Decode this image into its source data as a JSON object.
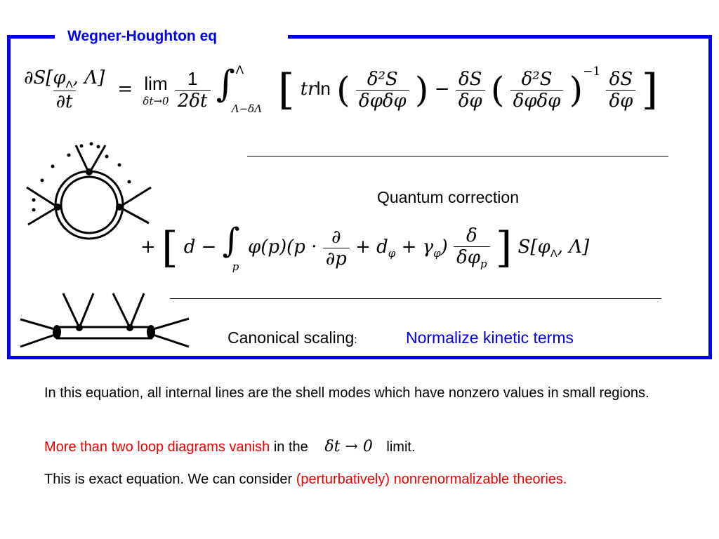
{
  "slide": {
    "title": "Wegner-Houghton eq",
    "quantum_label": "Quantum correction",
    "canonical_label": "Canonical scaling",
    "canonical_colon": ":",
    "normalize_label": "Normalize kinetic terms"
  },
  "equation": {
    "lhs_num": "∂S[φ",
    "lhs_num_sub": "Λ",
    "lhs_num_end": ", Λ]",
    "lhs_den": "∂t",
    "equals": "=",
    "lim": "lim",
    "lim_sub": "δt→0",
    "coef_num": "1",
    "coef_den": "2δt",
    "int_upper": "Λ",
    "int_lower": "Λ−δΛ",
    "tr": "tr",
    "ln": "ln",
    "d2s": "δ²S",
    "dphidphi": "δφδφ",
    "minus": "−",
    "ds": "δS",
    "dphi": "δφ",
    "inverse": "−1",
    "plus": "+",
    "d": "d",
    "minus2": "−",
    "int_sub": "p",
    "phi_p": "φ(p)(p ·",
    "partial": "∂",
    "partial_p": "∂p",
    "plus_dphi": "+ d",
    "dphi_sub": "φ",
    "plus_gamma": "+ γ",
    "gamma_sub": "φ",
    "close_paren": ")",
    "delta": "δ",
    "delta_phi_p": "δφ",
    "phi_p_sub": "p",
    "s_phi": "S[φ",
    "s_sub": "Λ",
    "s_end": ", Λ]"
  },
  "body": {
    "para1": "In this equation, all internal lines are the shell modes which have nonzero values in small regions.",
    "para2_red": "More than two loop diagrams vanish",
    "para2_mid": " in the",
    "para2_math": "δt → 0",
    "para2_end": "limit.",
    "para3_start": "This is exact equation. We can consider ",
    "para3_red": "(perturbatively) nonrenormalizable theories."
  },
  "colors": {
    "accent_blue": "#0000ee",
    "highlight_red": "#ee0000"
  }
}
